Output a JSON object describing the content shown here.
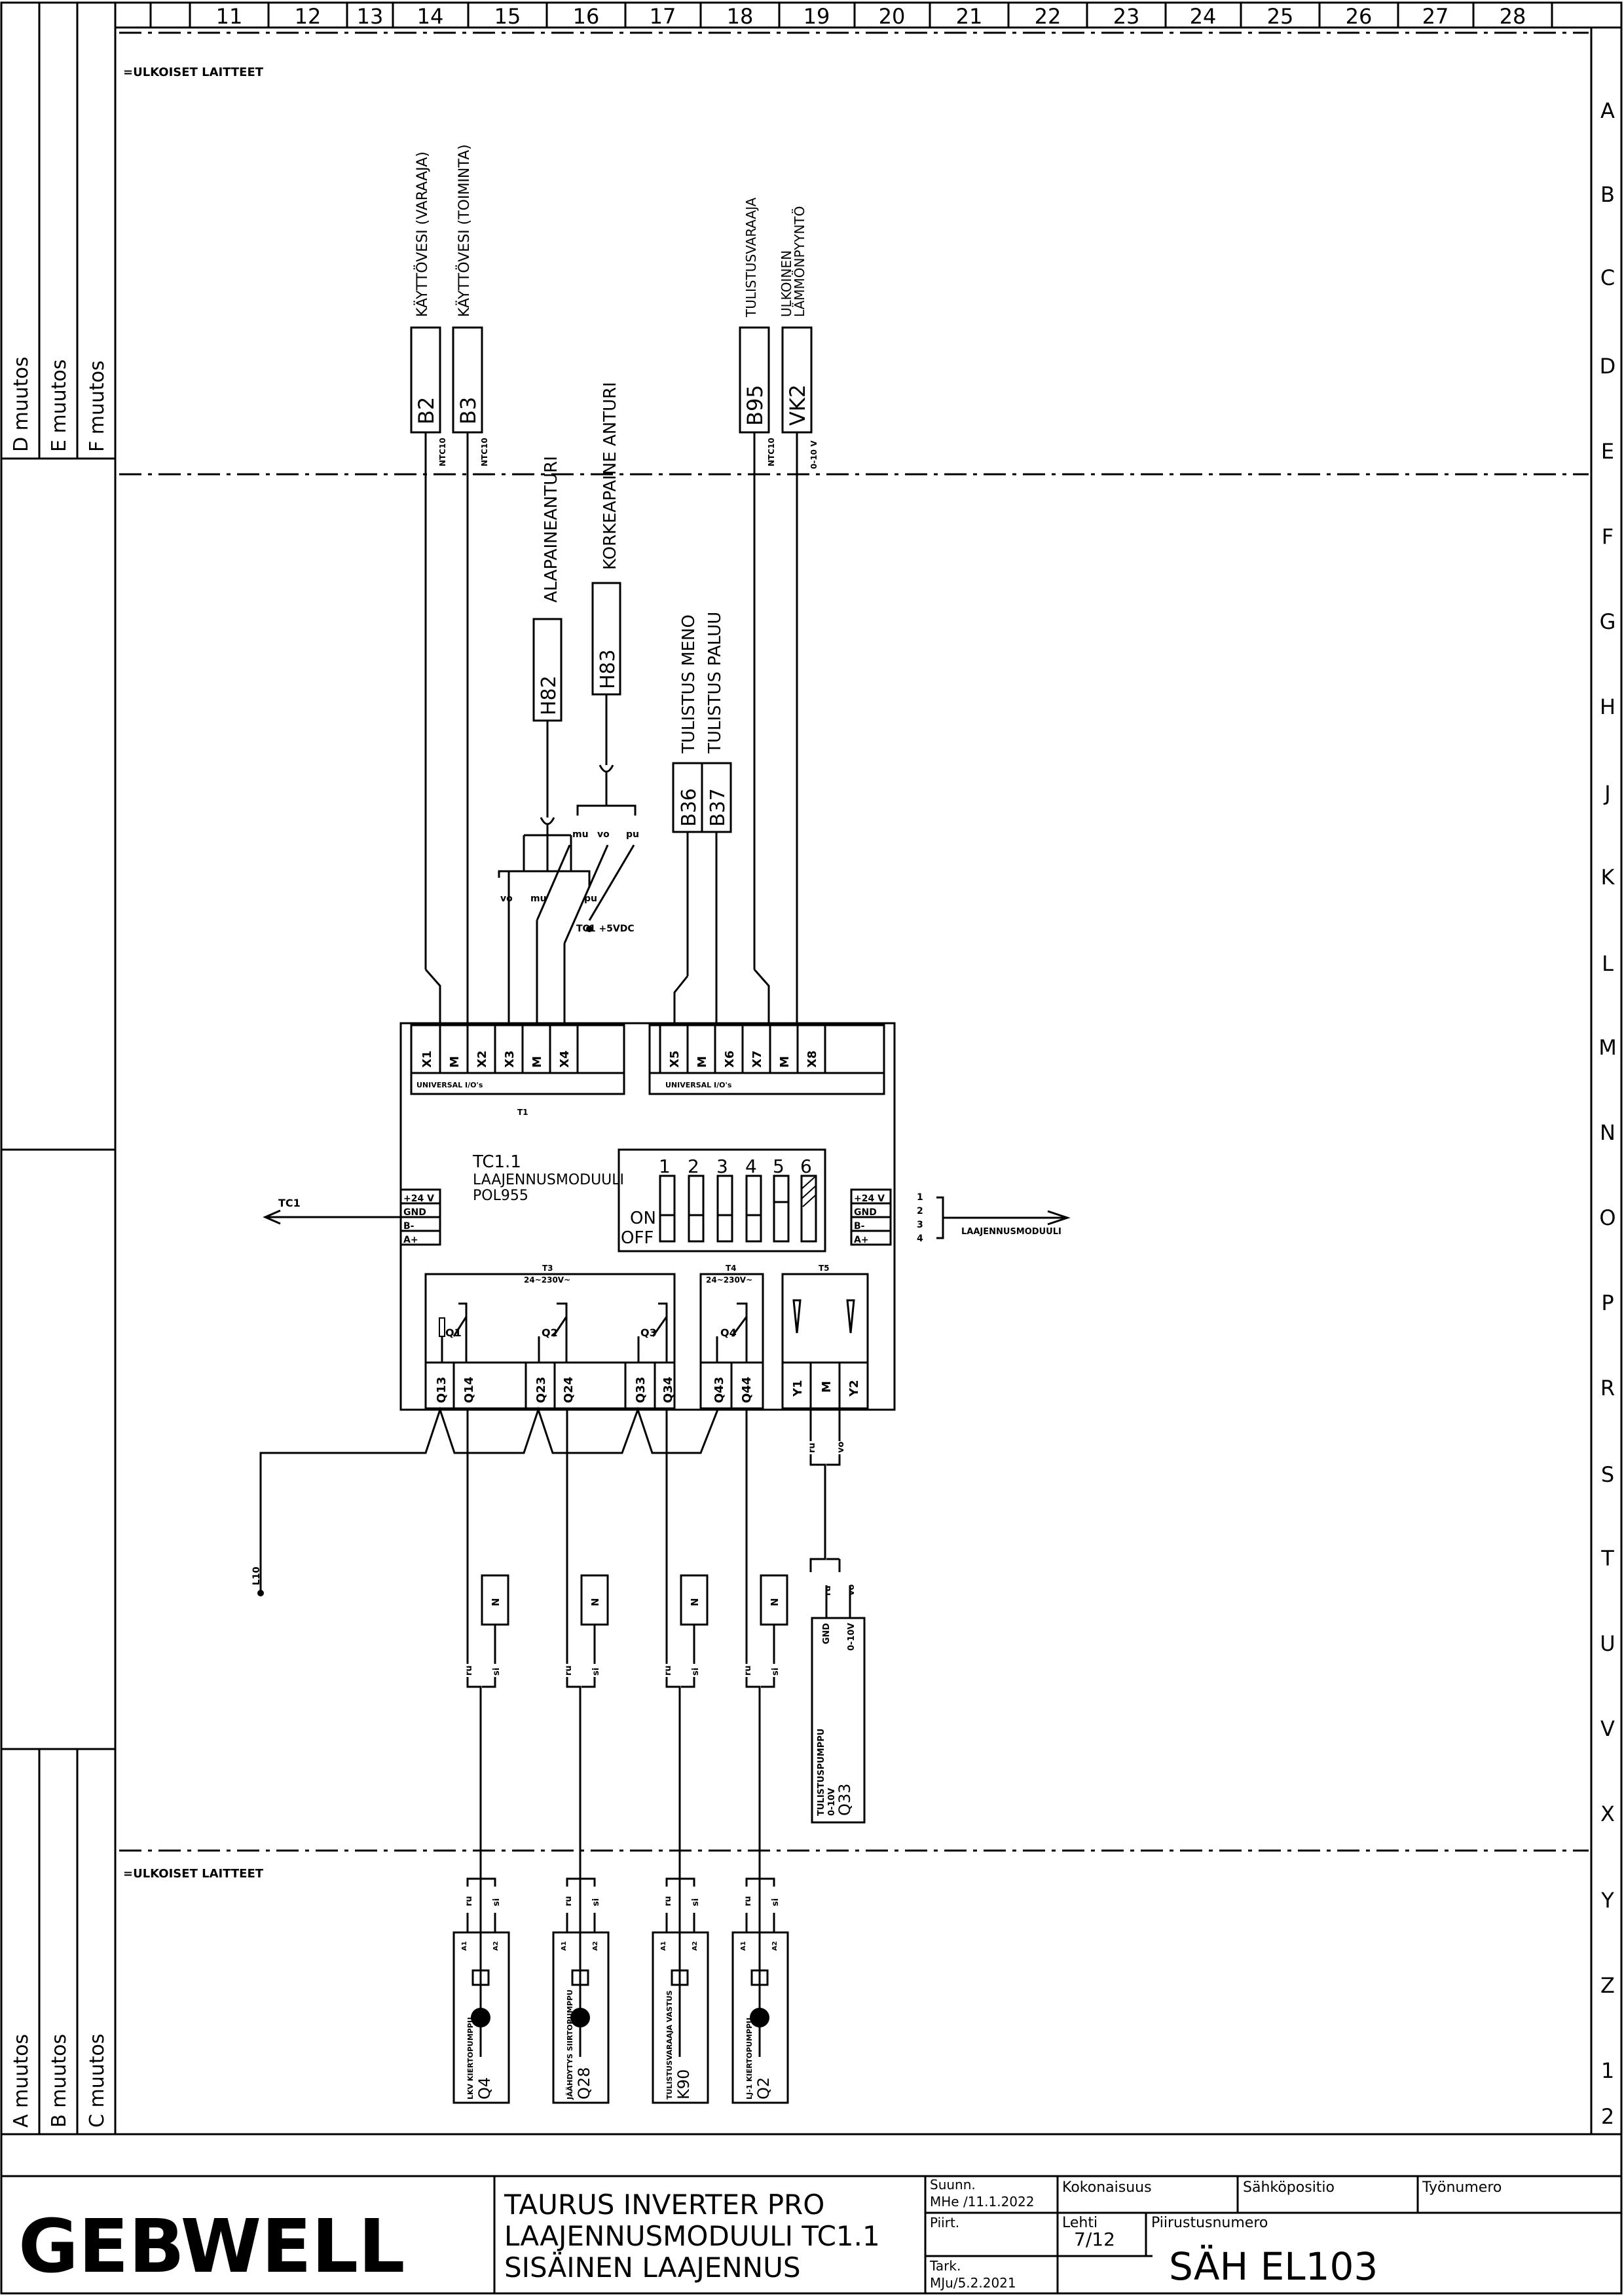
{
  "columns": [
    "11",
    "12",
    "13",
    "14",
    "15",
    "16",
    "17",
    "18",
    "19",
    "20",
    "21",
    "22",
    "23",
    "24",
    "25",
    "26",
    "27",
    "28"
  ],
  "rows": [
    "A",
    "B",
    "C",
    "D",
    "E",
    "F",
    "G",
    "H",
    "J",
    "K",
    "L",
    "M",
    "N",
    "O",
    "P",
    "R",
    "S",
    "T",
    "U",
    "V",
    "X",
    "Y",
    "Z",
    "1",
    "2"
  ],
  "revisions_top": [
    "D muutos",
    "E muutos",
    "F muutos"
  ],
  "revisions_bottom": [
    "A muutos",
    "B muutos",
    "C muutos"
  ],
  "zones": {
    "top_label": "=ULKOISET LAITTEET",
    "bottom_label": "=ULKOISET LAITTEET"
  },
  "sensors": {
    "b2": {
      "tag": "B2",
      "desc": "KÄYTTÖVESI (VARAAJA)",
      "type": "NTC10"
    },
    "b3": {
      "tag": "B3",
      "desc": "KÄYTTÖVESI (TOIMINTA)",
      "type": "NTC10"
    },
    "b95": {
      "tag": "B95",
      "desc": "TULISTUSVARAAJA",
      "type": "NTC10"
    },
    "vk2": {
      "tag": "VK2",
      "desc_1": "ULKOINEN",
      "desc_2": "LÄMMÖNPYYNTÖ",
      "type": "0-10 V"
    },
    "h82": {
      "tag": "H82",
      "desc": "ALAPAINEANTURI"
    },
    "h83": {
      "tag": "H83",
      "desc": "KORKEAPAINE ANTURI"
    },
    "b36": {
      "tag": "B36",
      "desc": "TULISTUS MENO"
    },
    "b37": {
      "tag": "B37",
      "desc": "TULISTUS PALUU"
    }
  },
  "pressure": {
    "mu": "mu",
    "vo": "vo",
    "pu": "pu",
    "supply": "TC1 +5VDC"
  },
  "module": {
    "name": "TC1.1",
    "desc": "LAAJENNUSMODUULI",
    "model": "POL955",
    "t1_terminals_a": [
      "X1",
      "M",
      "X2",
      "X3",
      "M",
      "X4"
    ],
    "t1_terminals_b": [
      "X5",
      "M",
      "X6",
      "X7",
      "M",
      "X8"
    ],
    "universal": "UNIVERSAL I/O's",
    "t1": "T1",
    "t3": "T3",
    "t3_voltage": "24~230V~",
    "t4": "T4",
    "t4_voltage": "24~230V~",
    "t5": "T5",
    "relays": [
      "Q1",
      "Q2",
      "Q3",
      "Q4"
    ],
    "relay_terminals": [
      "Q13",
      "Q14",
      "Q23",
      "Q24",
      "Q33",
      "Q34",
      "Q43",
      "Q44"
    ],
    "analog_terminals": [
      "Y1",
      "M",
      "Y2"
    ]
  },
  "dip": {
    "on": "ON",
    "off": "OFF",
    "numbers": [
      "1",
      "2",
      "3",
      "4",
      "5",
      "6"
    ]
  },
  "bus": {
    "left_ref": "TC1",
    "left_pins": [
      "+24 V",
      "GND",
      "B-",
      "A+"
    ],
    "right_pins": [
      "+24 V",
      "GND",
      "B-",
      "A+"
    ],
    "right_ref": "LAAJENNUSMODUULI",
    "right_nums": [
      "1",
      "2",
      "3",
      "4"
    ]
  },
  "wires": {
    "l10": "L10",
    "ru": "ru",
    "si": "si",
    "n": "N",
    "vo": "vo",
    "gnd": "GND",
    "sig": "0-10V",
    "a1": "A1",
    "a2": "A2"
  },
  "devices": {
    "q33": {
      "desc": "TULISTUSPUMPPU",
      "sub": "0-10V",
      "tag": "Q33"
    },
    "q4": {
      "desc": "LKV KIERTOPUMPPU",
      "tag": "Q4"
    },
    "q28": {
      "desc": "JÄÄHDYTYS SIIRTOPUMPPU",
      "tag": "Q28"
    },
    "k90": {
      "desc": "TULISTUSVARAAJA VASTUS",
      "tag": "K90"
    },
    "q2": {
      "desc": "LJ-1 KIERTOPUMPPU",
      "tag": "Q2"
    }
  },
  "title_block": {
    "brand": "GEBWELL",
    "title_1": "TAURUS INVERTER PRO",
    "title_2": "LAAJENNUSMODUULI TC1.1",
    "title_3": "SISÄINEN LAAJENNUS",
    "suunn_label": "Suunn.",
    "suunn_value": "MHe /11.1.2022",
    "piirt_label": "Piirt.",
    "tark_label": "Tark.",
    "tark_value": "MJu/5.2.2021",
    "kokonaisuus_label": "Kokonaisuus",
    "lehti_label": "Lehti",
    "lehti_value": "7/12",
    "sahkopositio_label": "Sähköpositio",
    "tyonumero_label": "Työnumero",
    "piirustusnumero_label": "Piirustusnumero",
    "piirustusnumero_value": "SÄH EL103"
  }
}
